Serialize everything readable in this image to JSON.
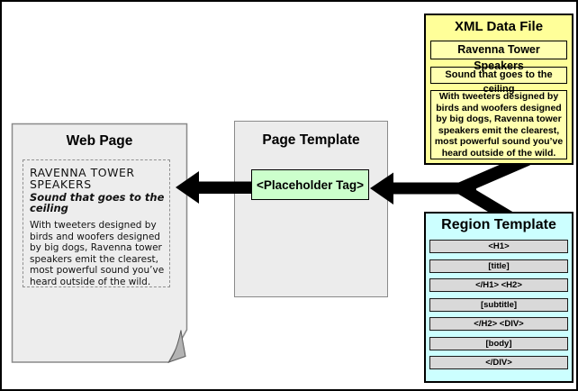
{
  "web_page": {
    "title": "Web Page",
    "heading": "RAVENNA TOWER SPEAKERS",
    "subtitle": "Sound that goes to the ceiling",
    "body": "With tweeters designed by birds and woofers designed by big dogs, Ravenna tower speakers emit the clearest, most powerful sound you’ve heard outside of the wild."
  },
  "page_template": {
    "title": "Page Template",
    "placeholder_label": "<Placeholder Tag>"
  },
  "xml_data_file": {
    "title": "XML Data File",
    "fields": [
      "Ravenna Tower Speakers",
      "Sound that goes to the ceiling",
      "With tweeters designed by birds and woofers designed by big dogs, Ravenna tower speakers emit the clearest, most powerful sound you’ve heard outside of the wild."
    ]
  },
  "region_template": {
    "title": "Region Template",
    "rows": [
      "<H1>",
      "[title]",
      "</H1> <H2>",
      "[subtitle]",
      "</H2> <DIV>",
      "[body]",
      "</DIV>"
    ]
  },
  "colors": {
    "xml_panel_fill": "#FFFF99",
    "xml_field_fill": "#FFFFB0",
    "region_panel_fill": "#CCFFFF",
    "region_row_fill": "#D9D9D9",
    "placeholder_fill": "#CCFFCC",
    "template_fill": "#ECECEC",
    "webpage_fill": "#EDEDED",
    "arrow": "#000000"
  }
}
